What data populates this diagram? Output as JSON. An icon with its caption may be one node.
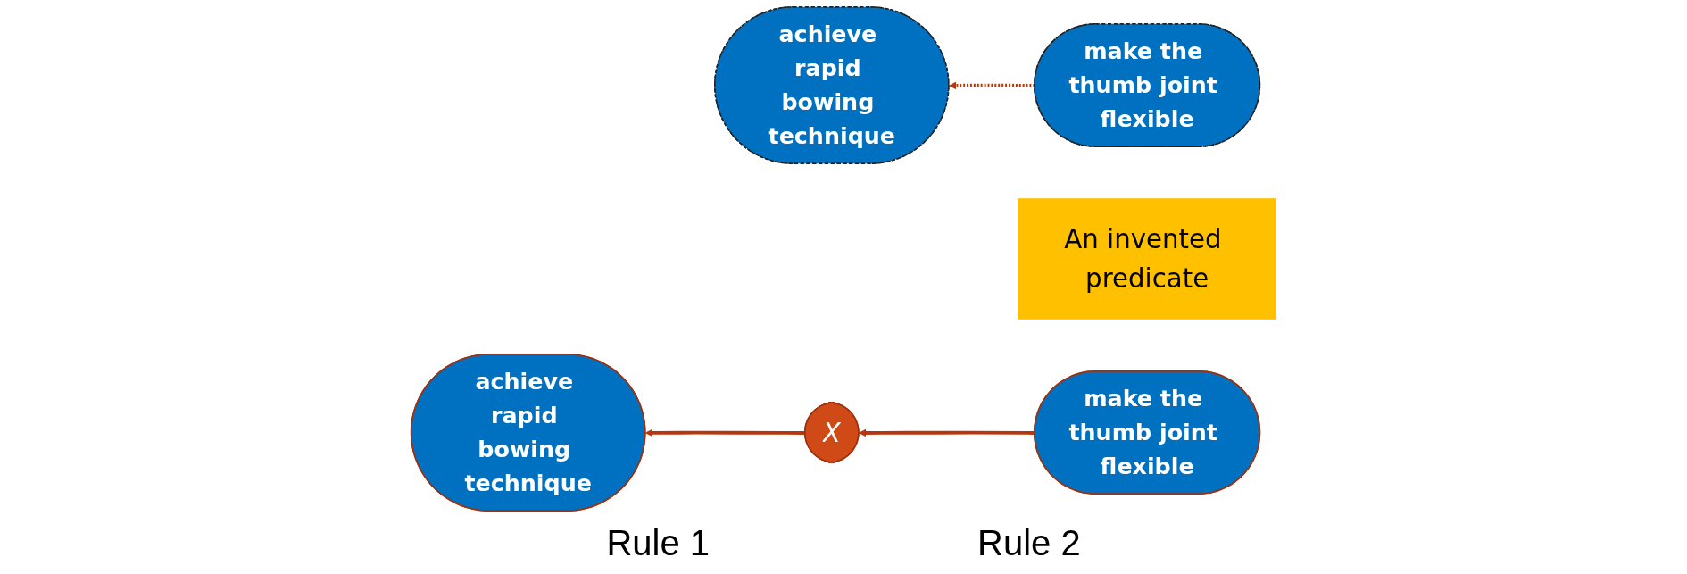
{
  "diagram": {
    "nodes": [
      {
        "text": [
          "achieve rapid bowing technique"
        ]
      },
      {
        "text": [
          "make the thumb joint flexible"
        ]
      },
      {
        "text": [
          "An invented predicate"
        ]
      },
      {
        "text": [
          "achieve rapid bowing technique"
        ]
      },
      {
        "text": [
          "X"
        ]
      },
      {
        "text": [
          "make the thumb joint flexible"
        ]
      }
    ],
    "edges": [
      {
        "from": 1,
        "to": 0,
        "arrow": "to",
        "style": "dashed"
      },
      {
        "from": 4,
        "to": 3,
        "arrow": "to"
      },
      {
        "from": 5,
        "to": 4,
        "arrow": "to"
      }
    ],
    "labels": [
      "Rule 1",
      "Rule 2"
    ]
  }
}
